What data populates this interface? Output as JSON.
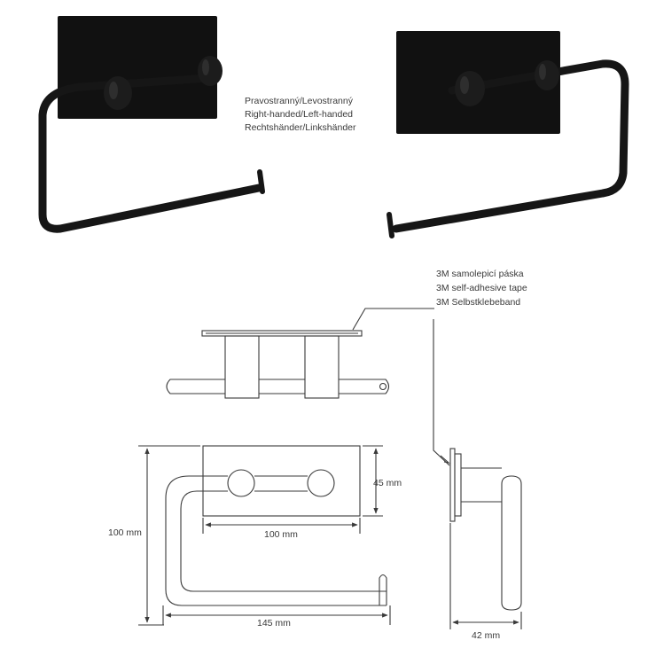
{
  "handedness_labels": [
    "Pravostranný/Levostranný",
    "Right-handed/Left-handed",
    "Rechtshänder/Linkshänder"
  ],
  "tape_labels": [
    "3M samolepicí páska",
    "3M self-adhesive tape",
    "3M Selbstklebeband"
  ],
  "dimensions": {
    "height": "100 mm",
    "plate_height": "45 mm",
    "plate_width": "100 mm",
    "total_width": "145 mm",
    "depth": "42 mm"
  },
  "colors": {
    "product": "#161616",
    "line": "#3a3a3a"
  }
}
